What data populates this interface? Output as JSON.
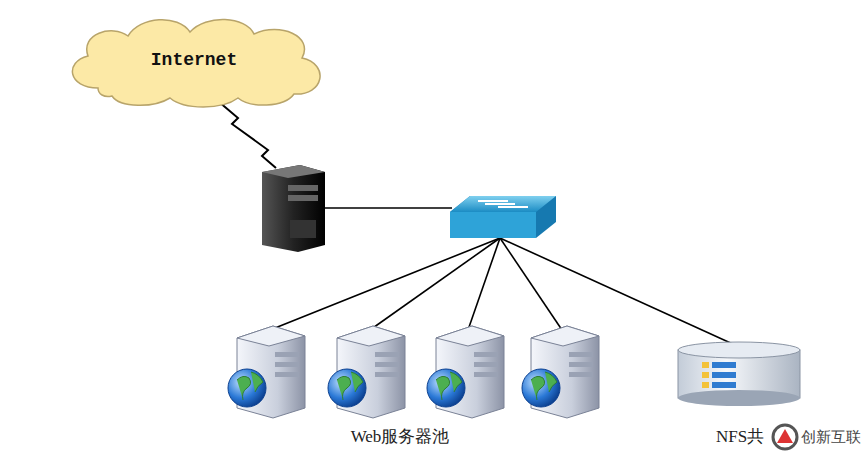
{
  "diagram": {
    "nodes": [
      {
        "text": [
          "Internet"
        ]
      }
    ],
    "labels": [
      "Web服务器池",
      "NFS共",
      "创新互联"
    ]
  }
}
